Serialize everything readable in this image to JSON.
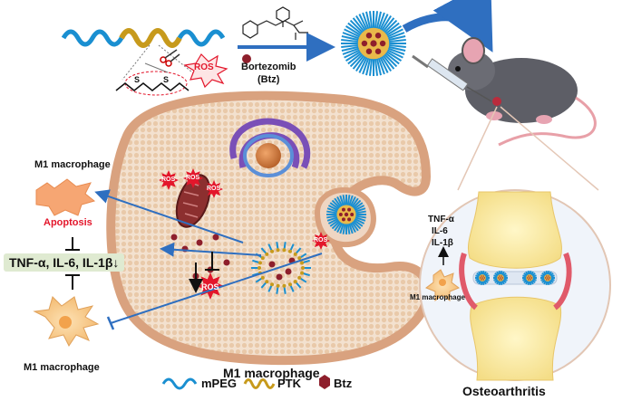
{
  "chemistry": {
    "drug_name": "Bortezomib",
    "drug_abbrev": "(Btz)",
    "ros_label": "ROS",
    "s_label": "S"
  },
  "cell": {
    "caption": "M1 macrophage",
    "ros_labels": [
      "ROS",
      "ROS",
      "ROS",
      "ROS",
      "ROS"
    ]
  },
  "left_panel": {
    "top_title": "M1 macrophage",
    "apoptosis": "Apoptosis",
    "cytokines": "TNF-α, IL-6, IL-1β↓",
    "bottom_title": "M1 macrophage"
  },
  "joint": {
    "cytokine_lines": [
      "TNF-α",
      "IL-6",
      "IL-1β"
    ],
    "macrophage_label": "M1 macrophage",
    "caption": "Osteoarthritis"
  },
  "legend": {
    "items": [
      {
        "label": "mPEG",
        "color": "#1a8fd1"
      },
      {
        "label": "PTK",
        "color": "#c79a1c"
      },
      {
        "label": "Btz",
        "color": "#8e1f2c"
      }
    ]
  },
  "colors": {
    "peg_blue": "#1a8fd1",
    "ptk_gold": "#c79a1c",
    "btz_red": "#8e1f2c",
    "ros_red": "#e3162b",
    "membrane": "#d9a27f",
    "cytokine_box": "#dfead1"
  }
}
